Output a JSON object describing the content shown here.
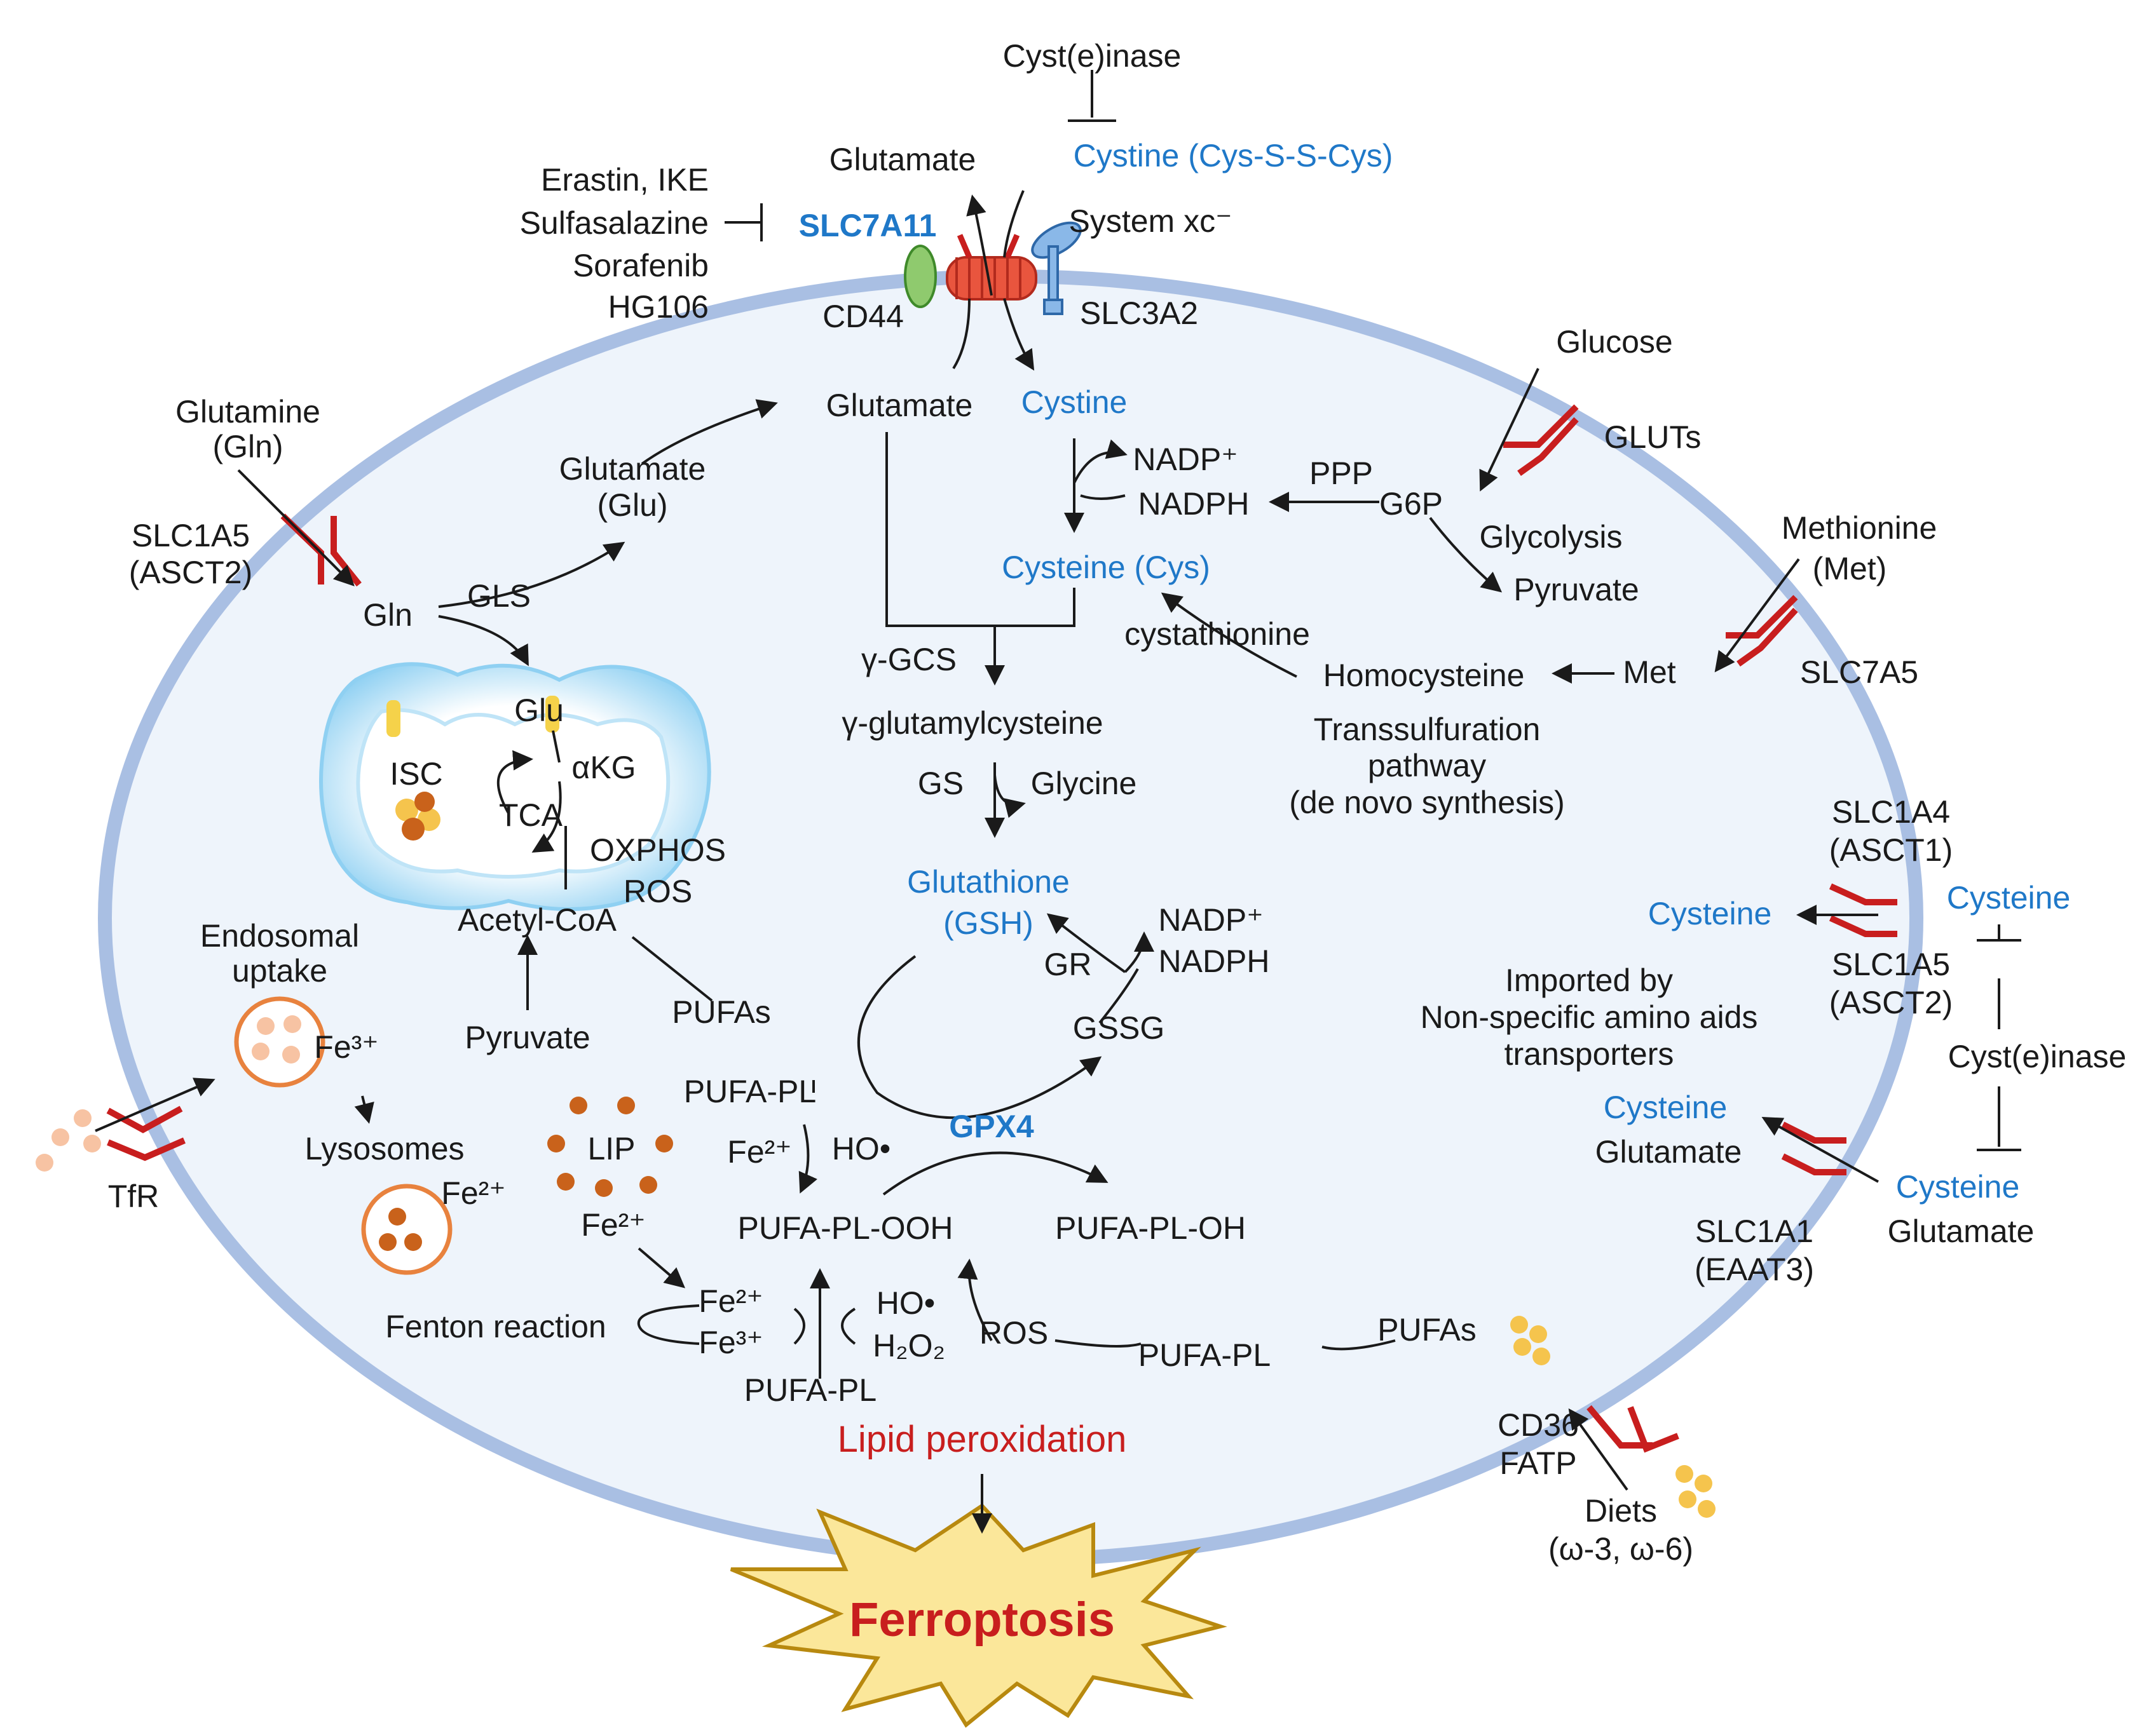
{
  "colors": {
    "cell_fill": "#eef4fb",
    "membrane": "#a9bfe3",
    "label_blue": "#1f78c8",
    "label_red": "#c81e1e",
    "transporter_red": "#c81e1e",
    "mito_fill": "#bfe4f7",
    "iron_orange": "#c9621b",
    "lipid_yellow": "#f5c44d",
    "burst_fill": "#fbe79a",
    "burst_stroke": "#b8890f"
  },
  "top": {
    "cystinase": "Cyst(e)inase",
    "glutamate_out": "Glutamate",
    "cystine_out": "Cystine (Cys-S-S-Cys)",
    "slc7a11": "SLC7A11",
    "system_xc": "System xc⁻",
    "cd44": "CD44",
    "slc3a2": "SLC3A2",
    "glutamate_in": "Glutamate",
    "cystine_in": "Cystine"
  },
  "inhibitors": [
    "Erastin, IKE",
    "Sulfasalazine",
    "Sorafenib",
    "HG106"
  ],
  "glutamine": {
    "name": [
      "Glutamine",
      "(Gln)"
    ],
    "transporter": [
      "SLC1A5",
      "(ASCT2)"
    ],
    "gln": "Gln",
    "gls": "GLS",
    "glu": [
      "Glutamate",
      "(Glu)"
    ]
  },
  "mitochondria": {
    "glu": "Glu",
    "akg": "αKG",
    "isc": "ISC",
    "tca": "TCA",
    "oxphos": "OXPHOS",
    "ros": "ROS",
    "acetyl": "Acetyl-CoA",
    "pyruvate": "Pyruvate"
  },
  "gsh_path": {
    "nadp": "NADP⁺",
    "nadph": "NADPH",
    "ppp": "PPP",
    "cysteine": "Cysteine (Cys)",
    "cystathionine": "cystathionine",
    "ggcs": "γ-GCS",
    "gglu": "γ-glutamylcysteine",
    "gs": "GS",
    "glycine": "Glycine",
    "glutathione": "Glutathione",
    "gsh": "(GSH)",
    "nadp2": "NADP⁺",
    "nadph2": "NADPH",
    "gr": "GR",
    "gssg": "GSSG",
    "gpx4": "GPX4"
  },
  "glucose": {
    "glucose": "Glucose",
    "gluts": "GLUTs",
    "g6p": "G6P",
    "glycolysis": "Glycolysis",
    "pyruvate": "Pyruvate"
  },
  "methionine": {
    "name": [
      "Methionine",
      "(Met)"
    ],
    "slc7a5": "SLC7A5",
    "met": "Met",
    "homocysteine": "Homocysteine",
    "transsulfuration": [
      "Transsulfuration",
      "pathway",
      "(de novo synthesis)"
    ]
  },
  "right": {
    "slc1a4": [
      "SLC1A4",
      "(ASCT1)"
    ],
    "cysteine_in": "Cysteine",
    "cysteine_out": "Cysteine",
    "slc1a5": [
      "SLC1A5",
      "(ASCT2)"
    ],
    "imported": [
      "Imported by",
      "Non-specific amino aids",
      "transporters"
    ],
    "cystinase": "Cyst(e)inase",
    "cysteine_in2": "Cysteine",
    "glutamate_in2": "Glutamate",
    "cysteine_out2": "Cysteine",
    "glutamate_out2": "Glutamate",
    "slc1a1": [
      "SLC1A1",
      "(EAAT3)"
    ]
  },
  "iron": {
    "endosomal": [
      "Endosomal",
      "uptake"
    ],
    "fe3": "Fe³⁺",
    "lysosomes": "Lysosomes",
    "fe2_lyso": "Fe²⁺",
    "tfr": "TfR",
    "lip": "LIP",
    "fe2_lip": "Fe²⁺",
    "fenton": "Fenton reaction",
    "fe2_cycle": "Fe²⁺",
    "fe3_cycle": "Fe³⁺",
    "ho_cycle": "HO•",
    "h2o2": "H₂O₂"
  },
  "lipid": {
    "pufas": "PUFAs",
    "pufa_pl": "PUFA-PL",
    "fe2": "Fe²⁺",
    "ho": "HO•",
    "pufa_pl_ooh": "PUFA-PL-OOH",
    "pufa_pl_oh": "PUFA-PL-OH",
    "pufa_pl_bottom": "PUFA-PL",
    "ros": "ROS",
    "pufa_pl_right": "PUFA-PL",
    "pufas_right": "PUFAs",
    "cd36": "CD36",
    "fatp": "FATP",
    "diets": [
      "Diets",
      "(ω-3, ω-6)"
    ],
    "lipid_perox": "Lipid peroxidation",
    "ferroptosis": "Ferroptosis"
  }
}
